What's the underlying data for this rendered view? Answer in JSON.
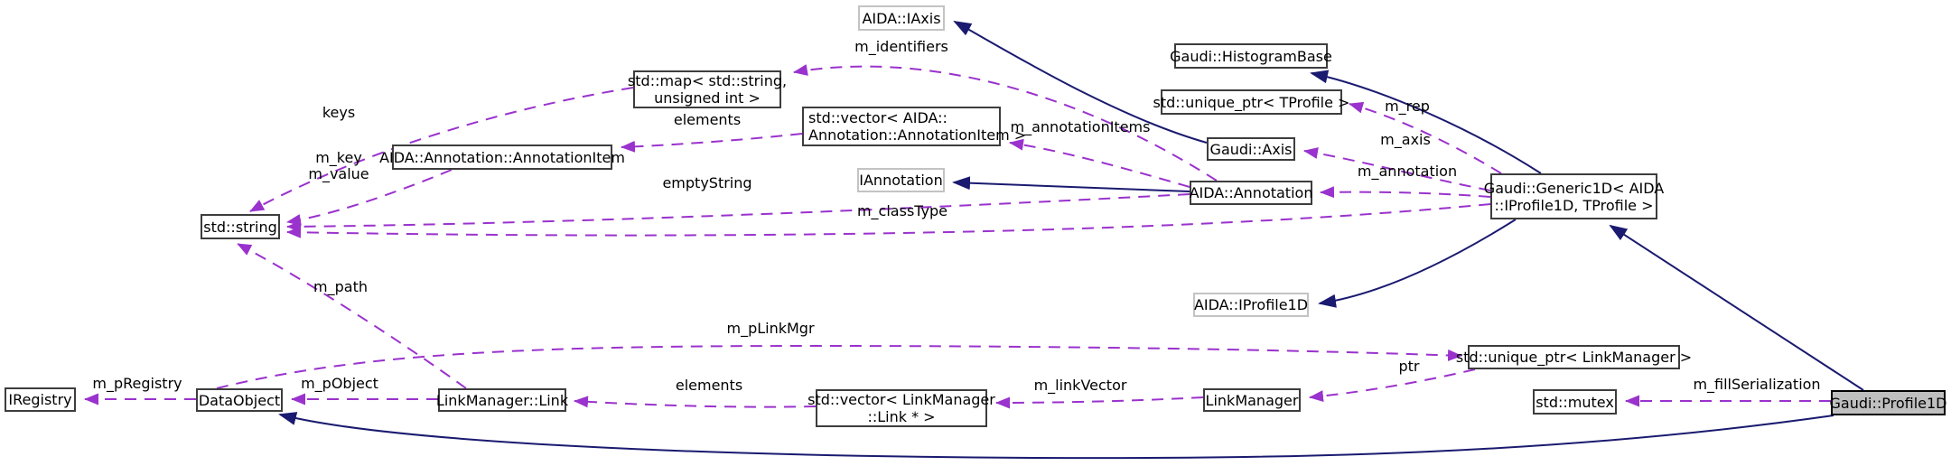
{
  "diagram": {
    "kind": "doxygen-collaboration-graph",
    "focus_node": "Gaudi::Profile1D",
    "colors": {
      "usage_edge": "#9a32cd",
      "inheritance_edge": "#1a1a70",
      "focus_fill": "#bfbfbf",
      "node_border": "#3d3d3d",
      "external_node_border": "#c3c3c3",
      "text": "#000000",
      "background": "#ffffff"
    },
    "nodes": [
      {
        "id": "aida-iaxis",
        "label": "AIDA::IAxis",
        "kind": "external"
      },
      {
        "id": "gaudi-histogrambase",
        "label": "Gaudi::HistogramBase",
        "kind": "internal"
      },
      {
        "id": "unique-ptr-tprofile",
        "label": "std::unique_ptr< TProfile >",
        "kind": "internal"
      },
      {
        "id": "gaudi-axis",
        "label": "Gaudi::Axis",
        "kind": "internal"
      },
      {
        "id": "std-map",
        "label": "std::map< std::string,\nunsigned int >",
        "kind": "internal"
      },
      {
        "id": "vector-annotationitem",
        "label": "std::vector< AIDA::\nAnnotation::AnnotationItem >",
        "kind": "internal"
      },
      {
        "id": "annotationitem",
        "label": "AIDA::Annotation::AnnotationItem",
        "kind": "internal"
      },
      {
        "id": "iannotation",
        "label": "IAnnotation",
        "kind": "external"
      },
      {
        "id": "aida-annotation",
        "label": "AIDA::Annotation",
        "kind": "internal"
      },
      {
        "id": "generic1d",
        "label": "Gaudi::Generic1D< AIDA\n::IProfile1D, TProfile >",
        "kind": "internal"
      },
      {
        "id": "std-string",
        "label": "std::string",
        "kind": "internal"
      },
      {
        "id": "aida-iprofile1d",
        "label": "AIDA::IProfile1D",
        "kind": "external"
      },
      {
        "id": "iregistry",
        "label": "IRegistry",
        "kind": "internal"
      },
      {
        "id": "dataobject",
        "label": "DataObject",
        "kind": "internal"
      },
      {
        "id": "linkmanager-link",
        "label": "LinkManager::Link",
        "kind": "internal"
      },
      {
        "id": "vector-link",
        "label": "std::vector< LinkManager\n::Link * >",
        "kind": "internal"
      },
      {
        "id": "linkmanager",
        "label": "LinkManager",
        "kind": "internal"
      },
      {
        "id": "unique-ptr-linkmanager",
        "label": "std::unique_ptr< LinkManager >",
        "kind": "internal"
      },
      {
        "id": "std-mutex",
        "label": "std::mutex",
        "kind": "internal"
      },
      {
        "id": "gaudi-profile1d",
        "label": "Gaudi::Profile1D",
        "kind": "focus"
      }
    ],
    "edges": [
      {
        "from": "gaudi-axis",
        "to": "aida-iaxis",
        "type": "inheritance",
        "label": ""
      },
      {
        "from": "generic1d",
        "to": "gaudi-histogrambase",
        "type": "inheritance",
        "label": ""
      },
      {
        "from": "aida-annotation",
        "to": "iannotation",
        "type": "inheritance",
        "label": ""
      },
      {
        "from": "generic1d",
        "to": "aida-iprofile1d",
        "type": "inheritance",
        "label": ""
      },
      {
        "from": "gaudi-profile1d",
        "to": "generic1d",
        "type": "inheritance",
        "label": ""
      },
      {
        "from": "gaudi-profile1d",
        "to": "dataobject",
        "type": "inheritance",
        "label": ""
      },
      {
        "from": "aida-annotation",
        "to": "std-map",
        "type": "usage",
        "label": "m_identifiers"
      },
      {
        "from": "std-map",
        "to": "std-string",
        "type": "usage",
        "label": "keys"
      },
      {
        "from": "vector-annotationitem",
        "to": "annotationitem",
        "type": "usage",
        "label": "elements"
      },
      {
        "from": "aida-annotation",
        "to": "vector-annotationitem",
        "type": "usage",
        "label": "m_annotationItems"
      },
      {
        "from": "annotationitem",
        "to": "std-string",
        "type": "usage",
        "label": "m_key\nm_value"
      },
      {
        "from": "aida-annotation",
        "to": "std-string",
        "type": "usage",
        "label": "emptyString"
      },
      {
        "from": "generic1d",
        "to": "std-string",
        "type": "usage",
        "label": "m_classType"
      },
      {
        "from": "generic1d",
        "to": "unique-ptr-tprofile",
        "type": "usage",
        "label": "m_rep"
      },
      {
        "from": "generic1d",
        "to": "gaudi-axis",
        "type": "usage",
        "label": "m_axis"
      },
      {
        "from": "generic1d",
        "to": "aida-annotation",
        "type": "usage",
        "label": "m_annotation"
      },
      {
        "from": "linkmanager-link",
        "to": "std-string",
        "type": "usage",
        "label": "m_path"
      },
      {
        "from": "dataobject",
        "to": "unique-ptr-linkmanager",
        "type": "usage",
        "label": "m_pLinkMgr"
      },
      {
        "from": "dataobject",
        "to": "iregistry",
        "type": "usage",
        "label": "m_pRegistry"
      },
      {
        "from": "linkmanager-link",
        "to": "dataobject",
        "type": "usage",
        "label": "m_pObject"
      },
      {
        "from": "vector-link",
        "to": "linkmanager-link",
        "type": "usage",
        "label": "elements"
      },
      {
        "from": "linkmanager",
        "to": "vector-link",
        "type": "usage",
        "label": "m_linkVector"
      },
      {
        "from": "unique-ptr-linkmanager",
        "to": "linkmanager",
        "type": "usage",
        "label": "ptr"
      },
      {
        "from": "gaudi-profile1d",
        "to": "std-mutex",
        "type": "usage",
        "label": "m_fillSerialization"
      }
    ]
  }
}
